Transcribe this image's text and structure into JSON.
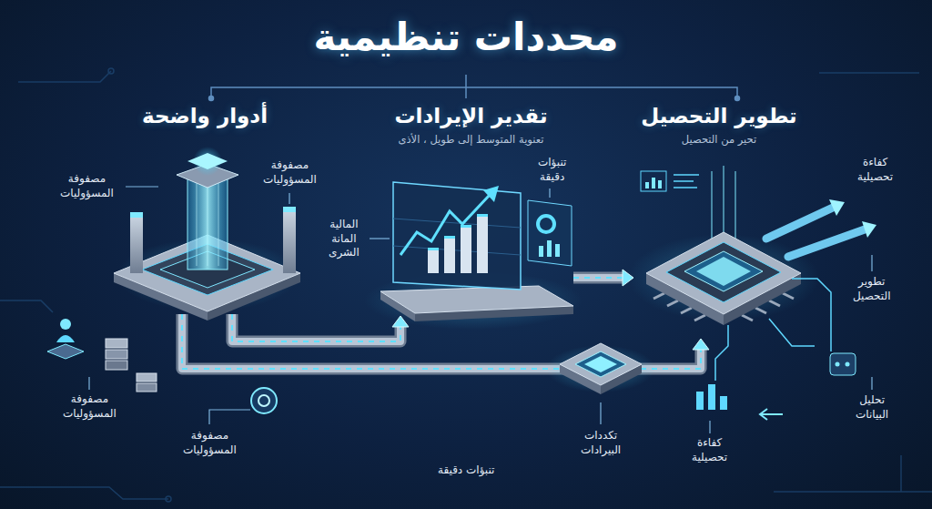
{
  "diagram": {
    "title": "محددات تنظيمية",
    "nodes": [
      {
        "text": [
          "أدوار واضحة"
        ]
      },
      {
        "text": [
          "تقدير الإيرادات",
          "تعنوية المتوسط إلى طويل ، الأذى"
        ]
      },
      {
        "text": [
          "تطوير التحصيل",
          "تحير من التحصيل"
        ]
      }
    ],
    "edges": [
      {
        "from": 0,
        "to": 1,
        "arrow": "to"
      },
      {
        "from": 1,
        "to": 2,
        "arrow": "to"
      },
      {
        "from": 0,
        "to": 2,
        "arrow": "to"
      }
    ],
    "labels": [
      "مصفوفة المسؤوليات",
      "مصفوفة المسؤوليات",
      "المالية المانة الشرى",
      "تنبؤات دقيقة",
      "كفاءة تحصيلية",
      "تطوير التحصيل",
      "مصفوفة المسؤوليات",
      "تحليل البيانات",
      "مصفوفة المسؤوليات",
      "كفاءة تحصيلية",
      "تكددات البيرادات",
      "تنبؤات دقيقة"
    ]
  }
}
